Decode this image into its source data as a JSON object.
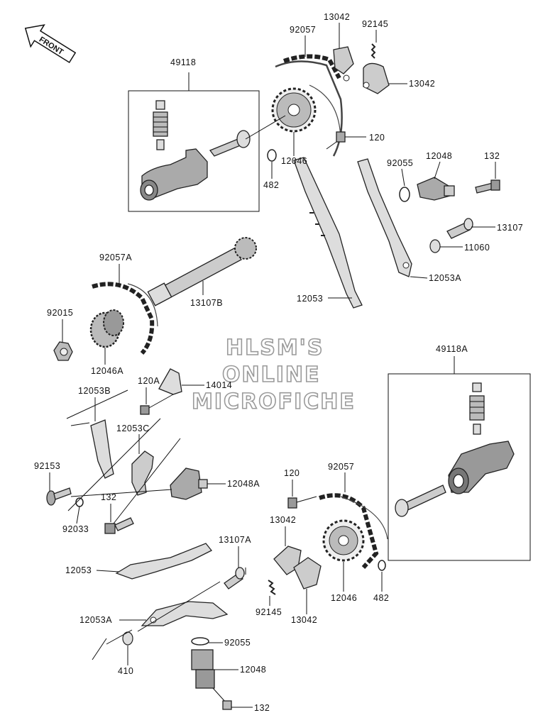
{
  "watermark": {
    "line1": "HLSM'S",
    "line2": "ONLINE",
    "line3": "MICROFICHE"
  },
  "front_arrow": {
    "label": "FRONT"
  },
  "labels": {
    "p49118": "49118",
    "p92057_top": "92057",
    "p13042_top": "13042",
    "p92145_top": "92145",
    "p13042_right": "13042",
    "p120_top": "120",
    "p12046_top": "12046",
    "p482_top": "482",
    "p92055_top": "92055",
    "p12048_top": "12048",
    "p132_top": "132",
    "p13107": "13107",
    "p11060": "11060",
    "p12053A_top": "12053A",
    "p12053_top": "12053",
    "p92057A": "92057A",
    "p13107B": "13107B",
    "p92015": "92015",
    "p12046A": "12046A",
    "p49118A": "49118A",
    "p120A": "120A",
    "p14014": "14014",
    "p12053B": "12053B",
    "p12053C": "12053C",
    "p92153": "92153",
    "p12048A": "12048A",
    "p132_mid": "132",
    "p92033": "92033",
    "p120_mid": "120",
    "p92057_bot": "92057",
    "p13042_mid": "13042",
    "p13107A": "13107A",
    "p12053_bot": "12053",
    "p12046_bot": "12046",
    "p482_bot": "482",
    "p92145_bot": "92145",
    "p13042_bot": "13042",
    "p12053A_bot": "12053A",
    "p92055_bot": "92055",
    "p410": "410",
    "p12048_bot": "12048",
    "p132_bot": "132"
  }
}
